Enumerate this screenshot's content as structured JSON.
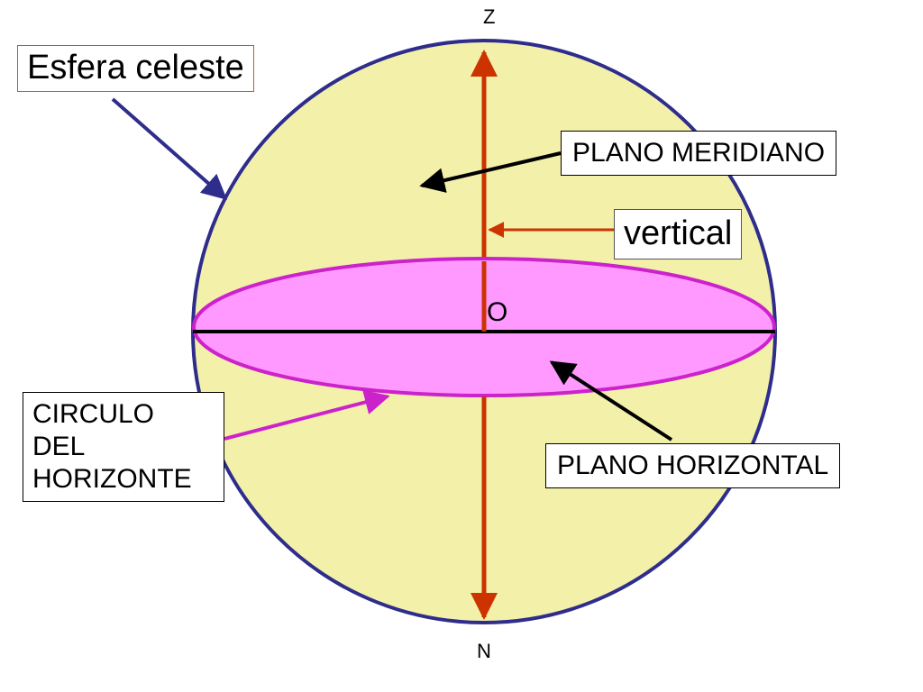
{
  "labels": {
    "esfera": "Esfera celeste",
    "meridiano": "PLANO MERIDIANO",
    "vertical": "vertical",
    "horizontal": "PLANO HORIZONTAL",
    "circulo_lines": [
      "CIRCULO",
      "DEL",
      "HORIZONTE"
    ],
    "z": "Z",
    "n": "N",
    "o": "O"
  },
  "colors": {
    "sphere_fill": "#f3f0aa",
    "sphere_stroke": "#2e2d8c",
    "horizon_fill": "#ff99ff",
    "horizon_stroke": "#cc22cc",
    "vertical_axis": "#cc3300",
    "horizontal_line": "#000000",
    "pointer_black": "#000000",
    "pointer_blue": "#2e2d8c",
    "pointer_red": "#cc3300",
    "pointer_magenta": "#cc22cc"
  }
}
